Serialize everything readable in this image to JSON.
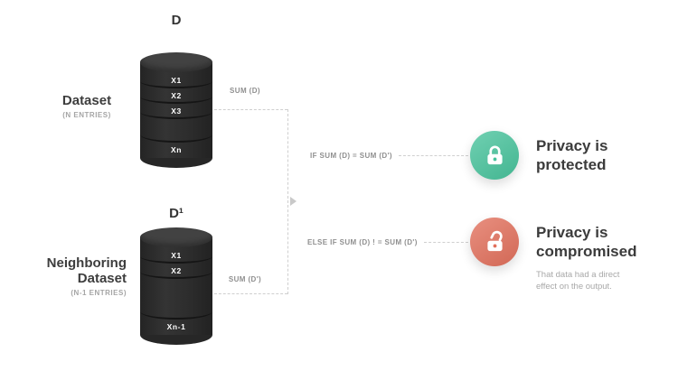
{
  "cylinders": [
    {
      "id": "D",
      "name": "Dataset",
      "entries": "(N ENTRIES)",
      "segments": [
        "X1",
        "X2",
        "X3"
      ],
      "last_segment": "Xn",
      "sum": "SUM (D)"
    },
    {
      "id": "D¹",
      "name": "Neighboring",
      "name_line2": "Dataset",
      "entries": "(N-1 ENTRIES)",
      "segments": [
        "X1",
        "X2"
      ],
      "last_segment": "Xn-1",
      "sum": "SUM (D')"
    }
  ],
  "branches": [
    {
      "condition": "IF SUM (D) = SUM (D')",
      "result_line1": "Privacy is",
      "result_line2": "protected",
      "badge_color": "#48c39c",
      "lock_state": "locked"
    },
    {
      "condition": "ELSE IF SUM (D) ! = SUM (D')",
      "result_line1": "Privacy is",
      "result_line2": "compromised",
      "badge_color": "#e2705c",
      "lock_state": "unlocked",
      "note_line1": "That data had a direct",
      "note_line2": "effect on the output."
    }
  ]
}
